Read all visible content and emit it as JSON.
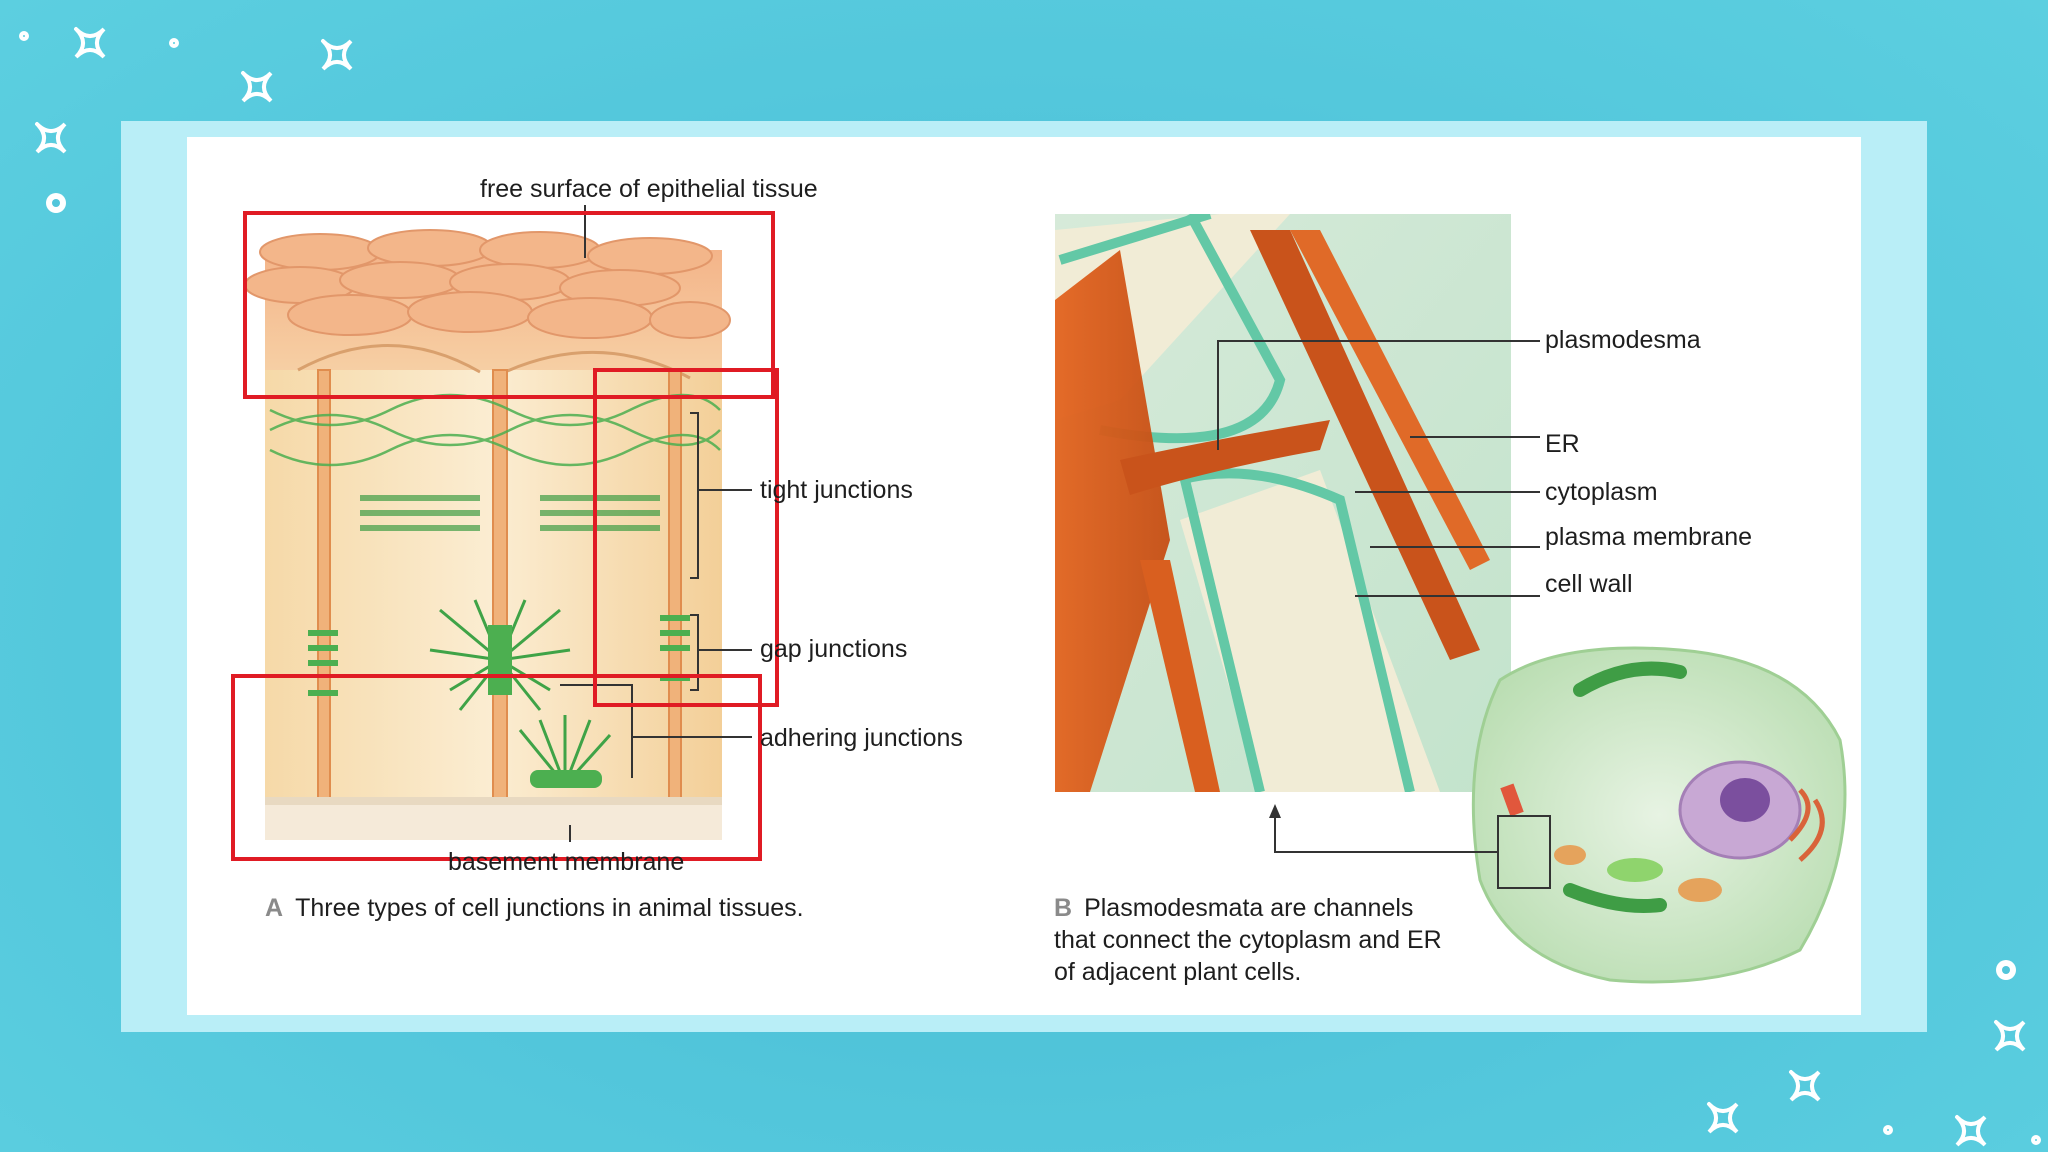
{
  "colors": {
    "background": "#52c6db",
    "frame": "#b9eef7",
    "highlight_box": "#e01b24",
    "leader_line": "#333333"
  },
  "panel_a": {
    "top_label": "free surface of epithelial tissue",
    "labels": {
      "tight": "tight junctions",
      "gap": "gap junctions",
      "adhering": "adhering junctions",
      "basement": "basement membrane"
    },
    "caption_letter": "A",
    "caption_text": "Three types of cell junctions in animal tissues."
  },
  "panel_b": {
    "labels": {
      "plasmodesma": "plasmodesma",
      "er": "ER",
      "cytoplasm": "cytoplasm",
      "plasma_membrane": "plasma membrane",
      "cell_wall": "cell wall"
    },
    "caption_letter": "B",
    "caption_line1": "Plasmodesmata are channels",
    "caption_line2": "that connect the cytoplasm and ER",
    "caption_line3": "of adjacent plant cells."
  }
}
